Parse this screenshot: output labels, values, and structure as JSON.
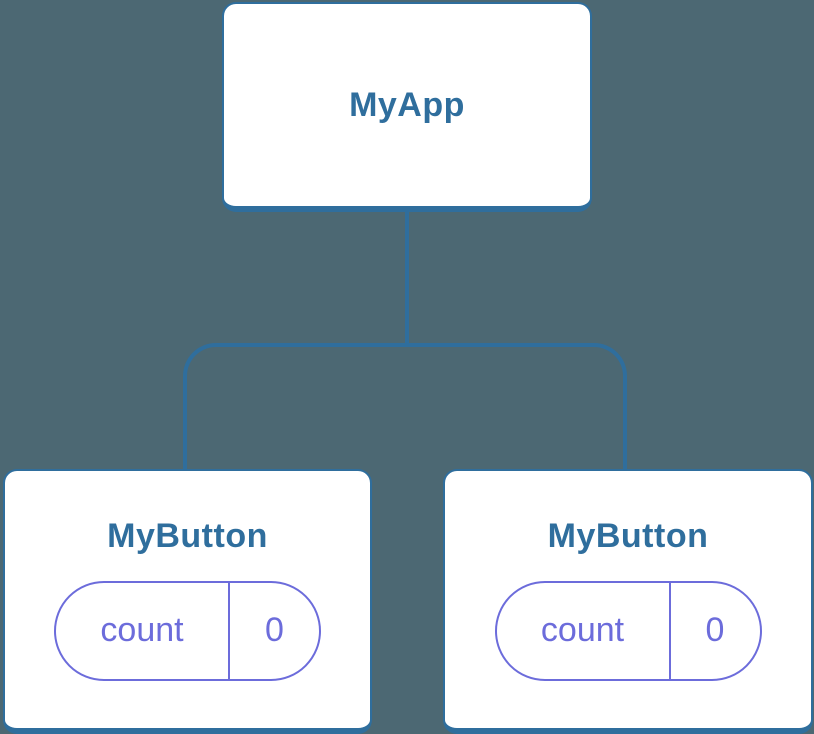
{
  "diagram": {
    "type": "component-tree",
    "colors": {
      "background": "#4c6873",
      "connector_line": "#2f6e9d",
      "card_border": "#2f6e9d",
      "card_fill": "#ffffff",
      "title_text": "#2f6e9d",
      "state_text": "#6c6cdb",
      "state_pill_border": "#6c6cdb"
    },
    "root": {
      "label": "MyApp"
    },
    "children": [
      {
        "label": "MyButton",
        "state": {
          "name": "count",
          "value": "0"
        }
      },
      {
        "label": "MyButton",
        "state": {
          "name": "count",
          "value": "0"
        }
      }
    ]
  }
}
